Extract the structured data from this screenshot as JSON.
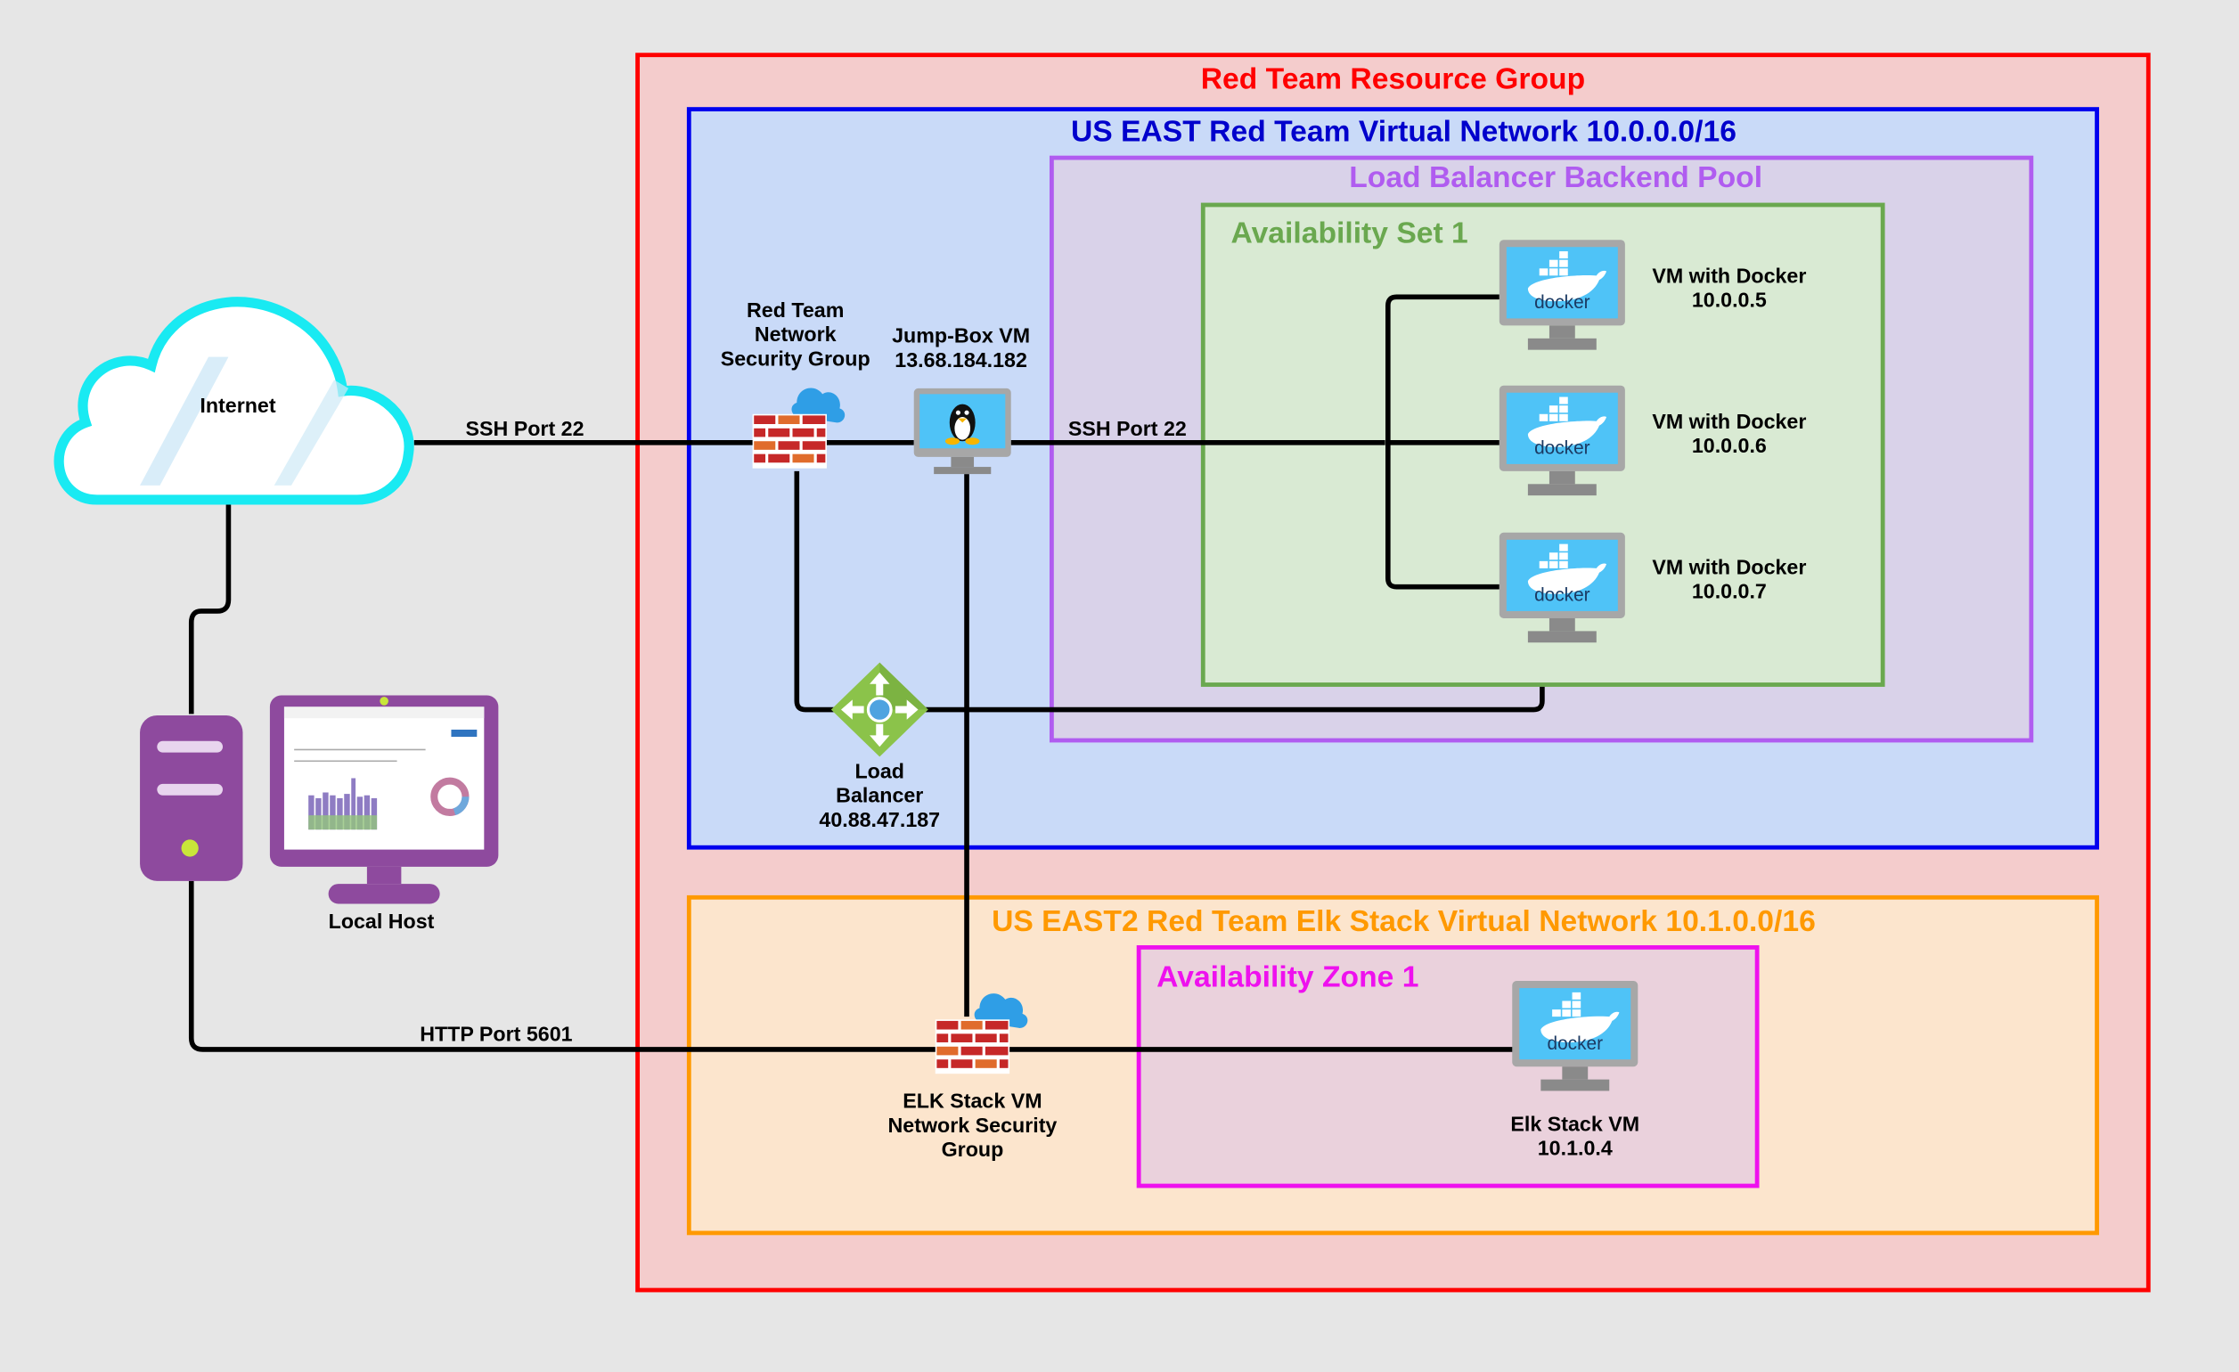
{
  "groups": {
    "resource_group": "Red Team Resource Group",
    "vnet1": "US EAST Red Team Virtual Network 10.0.0.0/16",
    "backend_pool": "Load Balancer Backend Pool",
    "availability_set": "Availability Set 1",
    "vnet2": "US EAST2 Red Team Elk Stack Virtual Network 10.1.0.0/16",
    "availability_zone": "Availability Zone 1"
  },
  "nodes": {
    "internet": "Internet",
    "local_host": "Local Host",
    "nsg_red": [
      "Red Team",
      "Network",
      "Security Group"
    ],
    "jumpbox": [
      "Jump-Box VM",
      "13.68.184.182"
    ],
    "vm1": [
      "VM with Docker",
      "10.0.0.5"
    ],
    "vm2": [
      "VM with Docker",
      "10.0.0.6"
    ],
    "vm3": [
      "VM with Docker",
      "10.0.0.7"
    ],
    "load_balancer": [
      "Load",
      "Balancer",
      "40.88.47.187"
    ],
    "nsg_elk": [
      "ELK Stack VM",
      "Network Security",
      "Group"
    ],
    "elk_vm": [
      "Elk Stack VM",
      "10.1.0.4"
    ],
    "docker_logo_text": "docker"
  },
  "edges": {
    "ssh_internet": "SSH Port 22",
    "ssh_jumpbox": "SSH Port 22",
    "http_kibana": "HTTP Port 5601"
  },
  "colors": {
    "resource_group": "#ff0000",
    "vnet1": "#0000ee",
    "backend_pool": "#b05cf0",
    "availability_set": "#6aa84f",
    "vnet2": "#ff9900",
    "availability_zone": "#ee11ee",
    "cloud_outline": "#19eaf2",
    "purple_device": "#8e4a9e"
  }
}
